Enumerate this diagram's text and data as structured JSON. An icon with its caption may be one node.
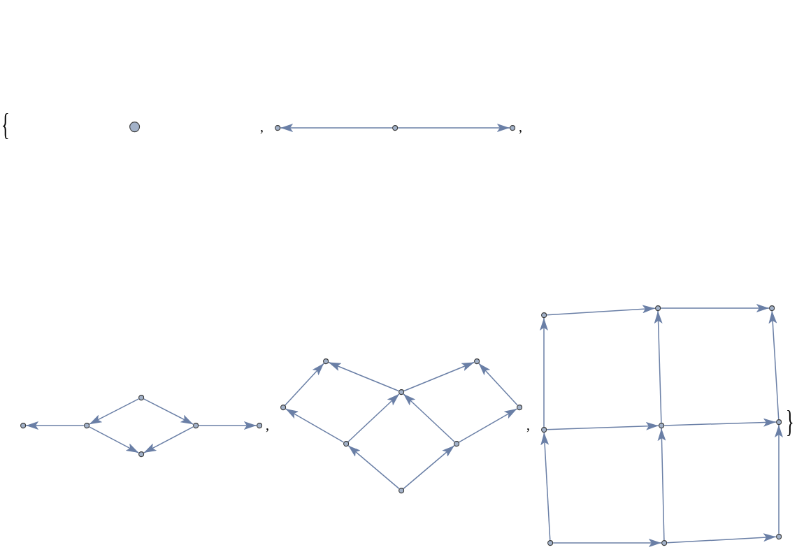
{
  "diagram": {
    "nodes": [
      {
        "text": [],
        "shape": "circle"
      },
      {
        "text": [],
        "shape": "circle"
      },
      {
        "text": [],
        "shape": "circle"
      },
      {
        "text": [],
        "shape": "circle"
      },
      {
        "text": [],
        "shape": "circle"
      },
      {
        "text": [],
        "shape": "circle"
      },
      {
        "text": [],
        "shape": "circle"
      },
      {
        "text": [],
        "shape": "circle"
      },
      {
        "text": [],
        "shape": "circle"
      },
      {
        "text": [],
        "shape": "circle"
      },
      {
        "text": [],
        "shape": "circle"
      },
      {
        "text": [],
        "shape": "circle"
      },
      {
        "text": [],
        "shape": "circle"
      },
      {
        "text": [],
        "shape": "circle"
      },
      {
        "text": [],
        "shape": "circle"
      },
      {
        "text": [],
        "shape": "circle"
      },
      {
        "text": [],
        "shape": "circle"
      },
      {
        "text": [],
        "shape": "circle"
      },
      {
        "text": [],
        "shape": "circle"
      },
      {
        "text": [],
        "shape": "circle"
      },
      {
        "text": [],
        "shape": "circle"
      },
      {
        "text": [],
        "shape": "circle"
      },
      {
        "text": [],
        "shape": "circle"
      },
      {
        "text": [],
        "shape": "circle"
      },
      {
        "text": [],
        "shape": "circle"
      },
      {
        "text": [],
        "shape": "circle"
      },
      {
        "text": [],
        "shape": "circle"
      }
    ],
    "edges": [
      {
        "from": 2,
        "to": 1,
        "arrow": "to"
      },
      {
        "from": 2,
        "to": 3,
        "arrow": "to"
      },
      {
        "from": 5,
        "to": 4,
        "arrow": "to"
      },
      {
        "from": 6,
        "to": 5,
        "arrow": "to"
      },
      {
        "from": 6,
        "to": 8,
        "arrow": "to"
      },
      {
        "from": 5,
        "to": 7,
        "arrow": "to"
      },
      {
        "from": 8,
        "to": 7,
        "arrow": "to"
      },
      {
        "from": 8,
        "to": 9,
        "arrow": "to"
      },
      {
        "from": 13,
        "to": 10,
        "arrow": "to"
      },
      {
        "from": 12,
        "to": 10,
        "arrow": "to"
      },
      {
        "from": 12,
        "to": 11,
        "arrow": "to"
      },
      {
        "from": 14,
        "to": 11,
        "arrow": "to"
      },
      {
        "from": 15,
        "to": 13,
        "arrow": "to"
      },
      {
        "from": 15,
        "to": 12,
        "arrow": "to"
      },
      {
        "from": 16,
        "to": 12,
        "arrow": "to"
      },
      {
        "from": 16,
        "to": 14,
        "arrow": "to"
      },
      {
        "from": 17,
        "to": 15,
        "arrow": "to"
      },
      {
        "from": 17,
        "to": 16,
        "arrow": "to"
      },
      {
        "from": 18,
        "to": 19,
        "arrow": "to"
      },
      {
        "from": 19,
        "to": 20,
        "arrow": "to"
      },
      {
        "from": 21,
        "to": 18,
        "arrow": "to"
      },
      {
        "from": 22,
        "to": 19,
        "arrow": "to"
      },
      {
        "from": 23,
        "to": 20,
        "arrow": "to"
      },
      {
        "from": 21,
        "to": 22,
        "arrow": "to"
      },
      {
        "from": 22,
        "to": 23,
        "arrow": "to"
      },
      {
        "from": 24,
        "to": 21,
        "arrow": "to"
      },
      {
        "from": 25,
        "to": 22,
        "arrow": "to"
      },
      {
        "from": 26,
        "to": 23,
        "arrow": "to"
      },
      {
        "from": 24,
        "to": 25,
        "arrow": "to"
      },
      {
        "from": 25,
        "to": 26,
        "arrow": "to"
      }
    ],
    "labels": [
      "{",
      ",",
      ",",
      ",",
      ",",
      "}"
    ]
  }
}
